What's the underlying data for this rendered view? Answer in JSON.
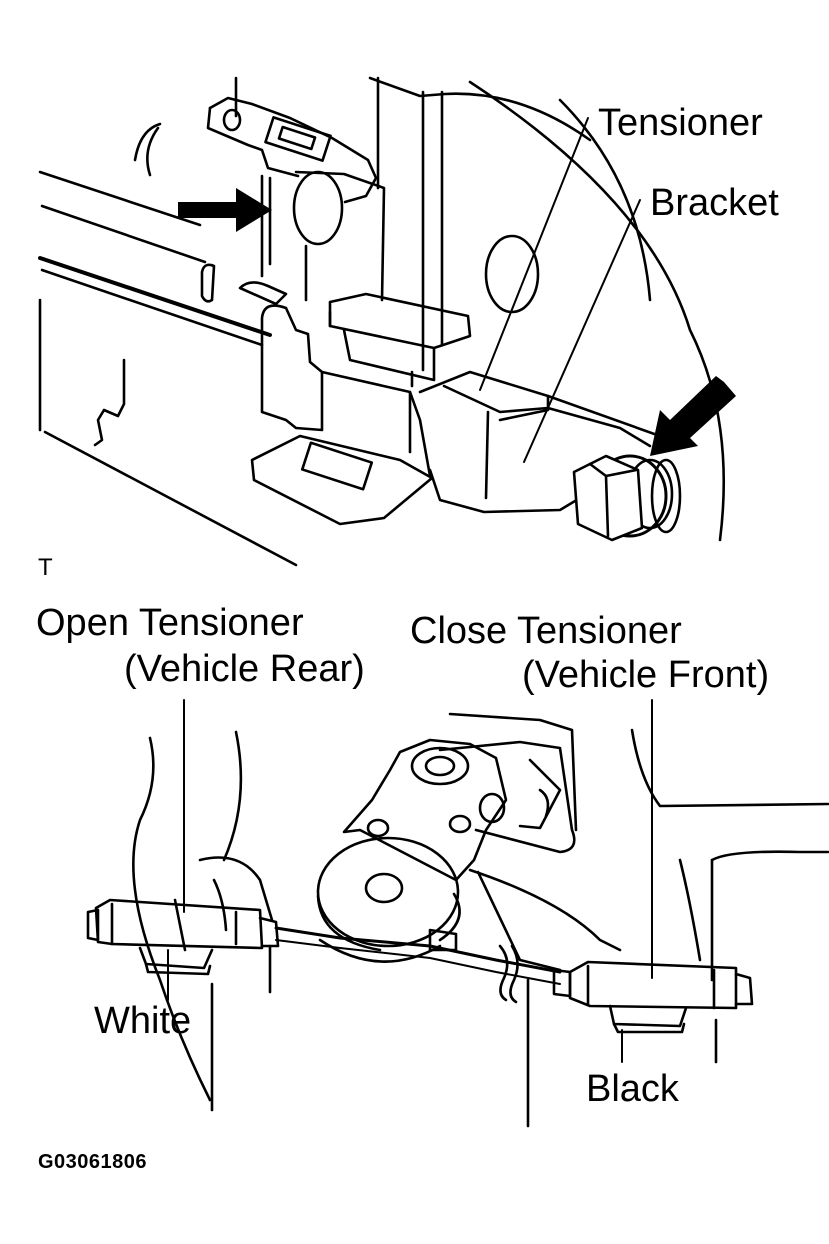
{
  "top_figure": {
    "labels": {
      "tensioner": "Tensioner",
      "bracket": "Bracket",
      "tool_marker": "T"
    }
  },
  "bottom_figure": {
    "labels": {
      "open_tensioner_line1": "Open Tensioner",
      "open_tensioner_line2": "(Vehicle Rear)",
      "close_tensioner_line1": "Close Tensioner",
      "close_tensioner_line2": "(Vehicle Front)",
      "white": "White",
      "black": "Black"
    }
  },
  "figure_code": "G03061806"
}
